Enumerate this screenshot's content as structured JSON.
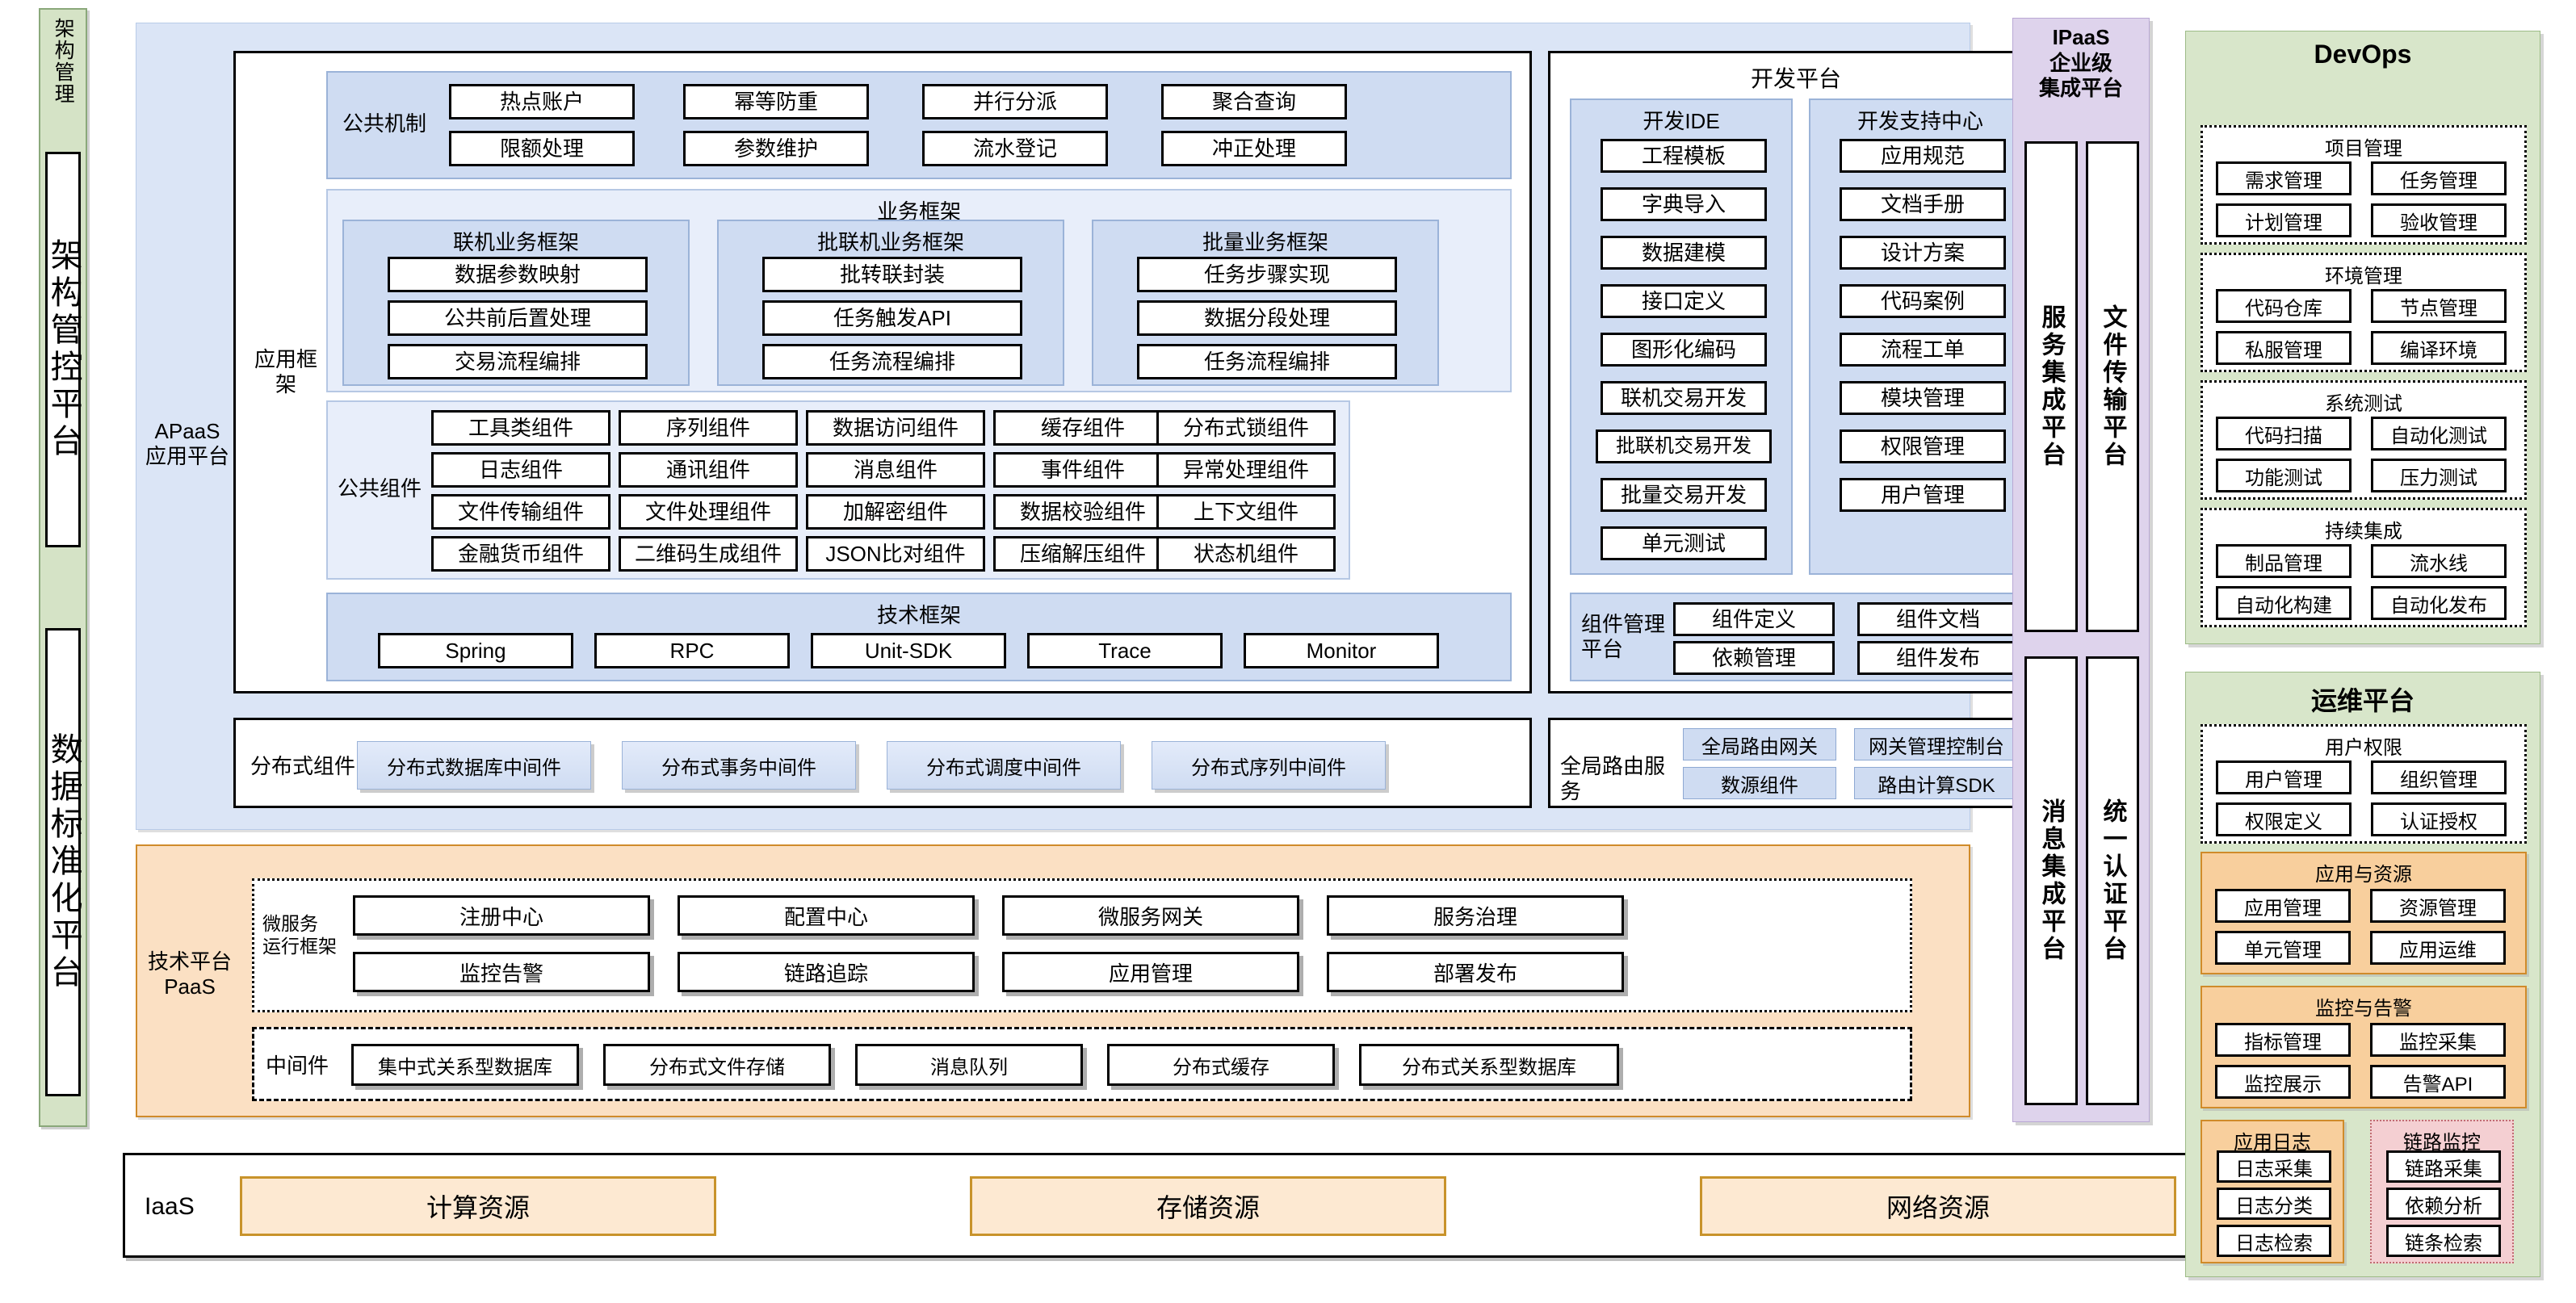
{
  "left_rail": {
    "top_label": "架构\n管理",
    "items": [
      {
        "name": "arch-control-platform",
        "label": "架构管控平台"
      },
      {
        "name": "data-standard-platform",
        "label": "数据标准化平台"
      }
    ]
  },
  "apaas": {
    "side_label": "APaaS\n应用平台",
    "app_framework_label": "应用框架",
    "common_mechanism": {
      "label": "公共机制",
      "items": [
        "热点账户",
        "幂等防重",
        "并行分派",
        "聚合查询",
        "限额处理",
        "参数维护",
        "流水登记",
        "冲正处理"
      ]
    },
    "business_framework": {
      "title": "业务框架",
      "groups": [
        {
          "title": "联机业务框架",
          "items": [
            "数据参数映射",
            "公共前后置处理",
            "交易流程编排"
          ]
        },
        {
          "title": "批联机业务框架",
          "items": [
            "批转联封装",
            "任务触发API",
            "任务流程编排"
          ]
        },
        {
          "title": "批量业务框架",
          "items": [
            "任务步骤实现",
            "数据分段处理",
            "任务流程编排"
          ]
        }
      ]
    },
    "common_components": {
      "label": "公共组件",
      "columns": [
        [
          "工具类组件",
          "日志组件",
          "文件传输组件",
          "金融货币组件"
        ],
        [
          "序列组件",
          "通讯组件",
          "文件处理组件",
          "二维码生成组件"
        ],
        [
          "数据访问组件",
          "消息组件",
          "加解密组件",
          "JSON比对组件"
        ],
        [
          "缓存组件",
          "事件组件",
          "数据校验组件",
          "压缩解压组件"
        ],
        [
          "分布式锁组件",
          "异常处理组件",
          "上下文组件",
          "状态机组件"
        ]
      ]
    },
    "tech_framework": {
      "title": "技术框架",
      "items": [
        "Spring",
        "RPC",
        "Unit-SDK",
        "Trace",
        "Monitor"
      ]
    },
    "distributed_components": {
      "label": "分布式组件",
      "items": [
        "分布式数据库中间件",
        "分布式事务中间件",
        "分布式调度中间件",
        "分布式序列中间件"
      ]
    },
    "dev_platform": {
      "title": "开发平台",
      "ide": {
        "title": "开发IDE",
        "items": [
          "工程模板",
          "字典导入",
          "数据建模",
          "接口定义",
          "图形化编码",
          "联机交易开发",
          "批联机交易开发",
          "批量交易开发",
          "单元测试"
        ]
      },
      "support": {
        "title": "开发支持中心",
        "items": [
          "应用规范",
          "文档手册",
          "设计方案",
          "代码案例",
          "流程工单",
          "模块管理",
          "权限管理",
          "用户管理"
        ]
      }
    },
    "component_platform": {
      "label": "组件管理\n平台",
      "items": [
        "组件定义",
        "组件文档",
        "依赖管理",
        "组件发布"
      ]
    },
    "global_route": {
      "label": "全局路由服务",
      "items": [
        "全局路由网关",
        "网关管理控制台",
        "数源组件",
        "路由计算SDK"
      ]
    }
  },
  "paas": {
    "side_label": "技术平台\nPaaS",
    "runtime": {
      "label": "微服务\n运行框架",
      "items": [
        "注册中心",
        "配置中心",
        "微服务网关",
        "服务治理",
        "监控告警",
        "链路追踪",
        "应用管理",
        "部署发布"
      ]
    },
    "middleware": {
      "label": "中间件",
      "items": [
        "集中式关系型数据库",
        "分布式文件存储",
        "消息队列",
        "分布式缓存",
        "分布式关系型数据库"
      ]
    }
  },
  "iaas": {
    "label": "IaaS",
    "items": [
      "计算资源",
      "存储资源",
      "网络资源"
    ]
  },
  "ipaas": {
    "title": "IPaaS\n企业级\n集成平台",
    "items": [
      "服务集成平台",
      "文件传输平台",
      "消息集成平台",
      "统一认证平台"
    ]
  },
  "devops": {
    "title": "DevOps",
    "sections": [
      {
        "title": "项目管理",
        "items": [
          "需求管理",
          "任务管理",
          "计划管理",
          "验收管理"
        ]
      },
      {
        "title": "环境管理",
        "items": [
          "代码仓库",
          "节点管理",
          "私服管理",
          "编译环境"
        ]
      },
      {
        "title": "系统测试",
        "items": [
          "代码扫描",
          "自动化测试",
          "功能测试",
          "压力测试"
        ]
      },
      {
        "title": "持续集成",
        "items": [
          "制品管理",
          "流水线",
          "自动化构建",
          "自动化发布"
        ]
      }
    ]
  },
  "ops": {
    "title": "运维平台",
    "sections": [
      {
        "title": "用户权限",
        "style": "dotted",
        "items": [
          "用户管理",
          "组织管理",
          "权限定义",
          "认证授权"
        ]
      },
      {
        "title": "应用与资源",
        "style": "orange",
        "items": [
          "应用管理",
          "资源管理",
          "单元管理",
          "应用运维"
        ]
      },
      {
        "title": "监控与告警",
        "style": "orange",
        "items": [
          "指标管理",
          "监控采集",
          "监控展示",
          "告警API"
        ]
      }
    ],
    "bottom": [
      {
        "title": "应用日志",
        "style": "orange",
        "items": [
          "日志采集",
          "日志分类",
          "日志检索"
        ]
      },
      {
        "title": "链路监控",
        "style": "pink",
        "items": [
          "链路采集",
          "依赖分析",
          "链条检索"
        ]
      }
    ]
  },
  "colors": {
    "apaas_blue": "#dbe5f6",
    "group_blue": "#cfdcf2",
    "paas_orange": "#fbe0c3",
    "ipaas_purple": "#ded3ec",
    "green": "#d8e6ca",
    "pink": "#f4cfd2",
    "resource_orange": "#fde9d2"
  }
}
